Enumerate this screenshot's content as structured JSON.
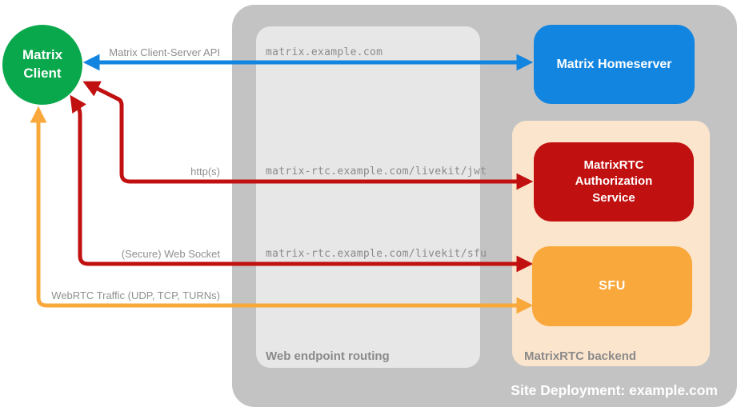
{
  "title": "MatrixRTC deployment diagram",
  "colors": {
    "client_green": "#0aa84c",
    "homeserver_blue": "#1285e0",
    "auth_red": "#c11010",
    "sfu_orange": "#f9a83c",
    "backend_peach": "#fce5cd",
    "outer_panel_gray": "#c3c3c3",
    "routing_panel_gray": "#e7e7e7",
    "label_gray": "#8f8f8f"
  },
  "nodes": {
    "client": {
      "label": "Matrix\nClient"
    },
    "homeserver": {
      "label": "Matrix Homeserver"
    },
    "auth": {
      "label": "MatrixRTC Authorization Service"
    },
    "sfu": {
      "label": "SFU"
    }
  },
  "panels": {
    "routing": {
      "label": "Web endpoint routing"
    },
    "backend": {
      "label": "MatrixRTC backend"
    },
    "site": {
      "label": "Site Deployment: example.com"
    }
  },
  "arrows": [
    {
      "name": "client-server-api",
      "label": "Matrix Client-Server API",
      "endpoint": "matrix.example.com",
      "color": "#1285e0"
    },
    {
      "name": "https-jwt",
      "label": "http(s)",
      "endpoint": "matrix-rtc.example.com/livekit/jwt",
      "color": "#c11010"
    },
    {
      "name": "secure-web-socket",
      "label": "(Secure) Web Socket",
      "endpoint": "matrix-rtc.example.com/livekit/sfu",
      "color": "#c11010"
    },
    {
      "name": "webrtc-traffic",
      "label": "WebRTC Traffic (UDP, TCP, TURNs)",
      "endpoint": "",
      "color": "#f9a83c"
    }
  ]
}
